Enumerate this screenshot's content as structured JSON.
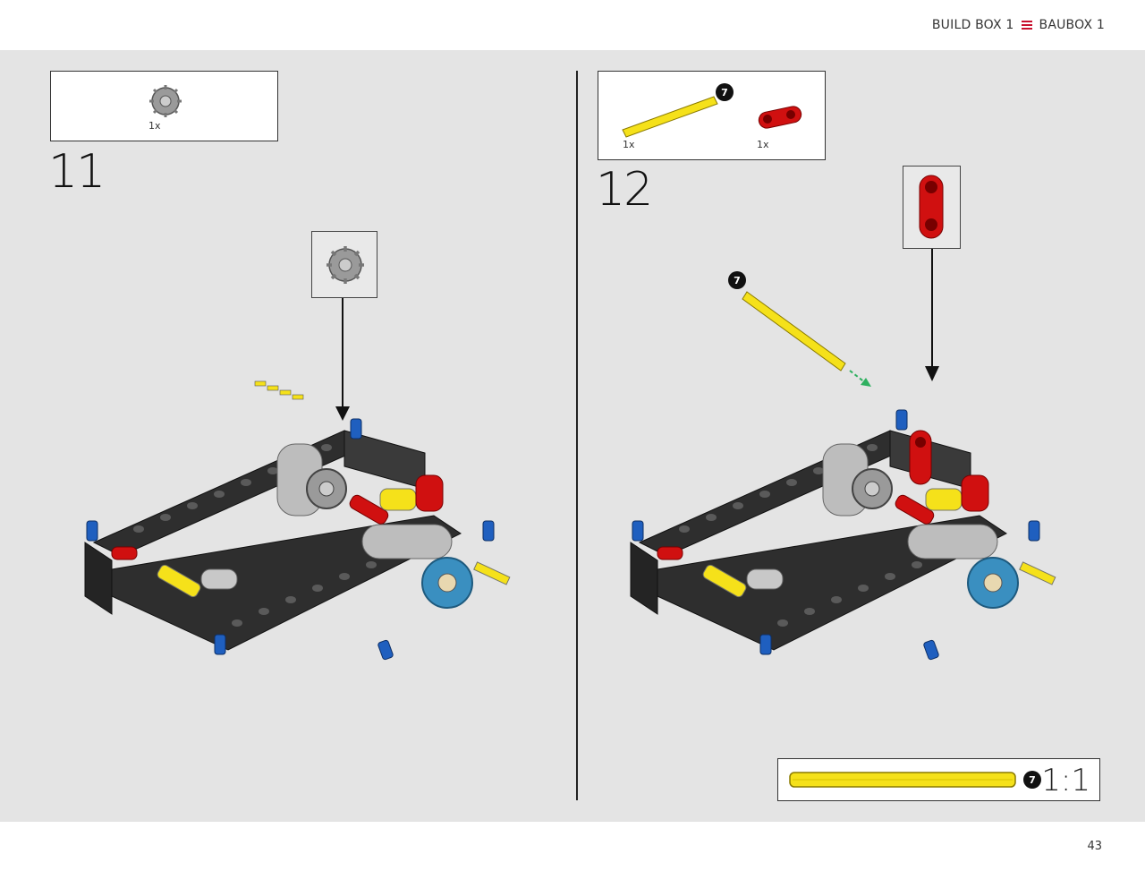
{
  "header": {
    "left_label": "BUILD BOX 1",
    "right_label": "BAUBOX 1",
    "menu_icon": "menu-lines-icon",
    "accent_color": "#c8102e"
  },
  "footer": {
    "page_number": "43"
  },
  "step11": {
    "number": "11",
    "parts": [
      {
        "qty": "1x",
        "part": "gear-icon"
      }
    ]
  },
  "step12": {
    "number": "12",
    "parts": [
      {
        "qty": "1x",
        "part": "axle-icon",
        "badge": "7"
      },
      {
        "qty": "1x",
        "part": "connector-icon"
      }
    ],
    "axle_badge": "7"
  },
  "scale": {
    "badge": "7",
    "ratio": "1:1"
  },
  "colors": {
    "background": "#e4e4e4",
    "frame": "#2e2e2e",
    "yellow": "#f5e11a",
    "red": "#d01010",
    "blue": "#1f5fbf",
    "gear_blue": "#3a8fc0"
  }
}
